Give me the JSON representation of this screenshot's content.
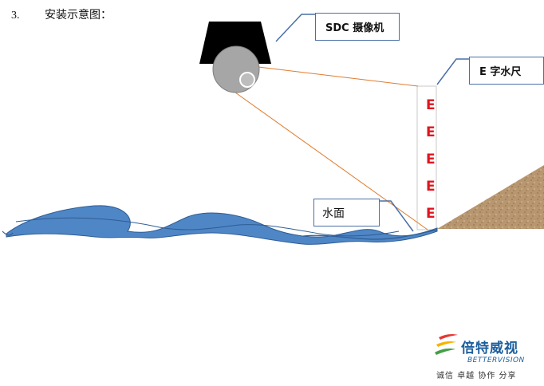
{
  "heading": {
    "number": "3.",
    "text": "安装示意图："
  },
  "labels": {
    "camera": "SDC 摄像机",
    "ruler": "E 字水尺",
    "water": "水面"
  },
  "ruler_marks": [
    "E",
    "E",
    "E",
    "E",
    "E"
  ],
  "logo": {
    "name_cn": "倍特威视",
    "name_en": "BETTERVISION",
    "slogan": "诚信 卓越 协作 分享"
  },
  "colors": {
    "water": "#4f86c6",
    "water_edge": "#2e5d95",
    "sight_line": "#e07b2e",
    "callout_border": "#4a6fa5",
    "ruler_mark": "#e0141e",
    "bank": "#b89770",
    "camera_housing": "#000000",
    "camera_dome": "#a6a6a6"
  }
}
